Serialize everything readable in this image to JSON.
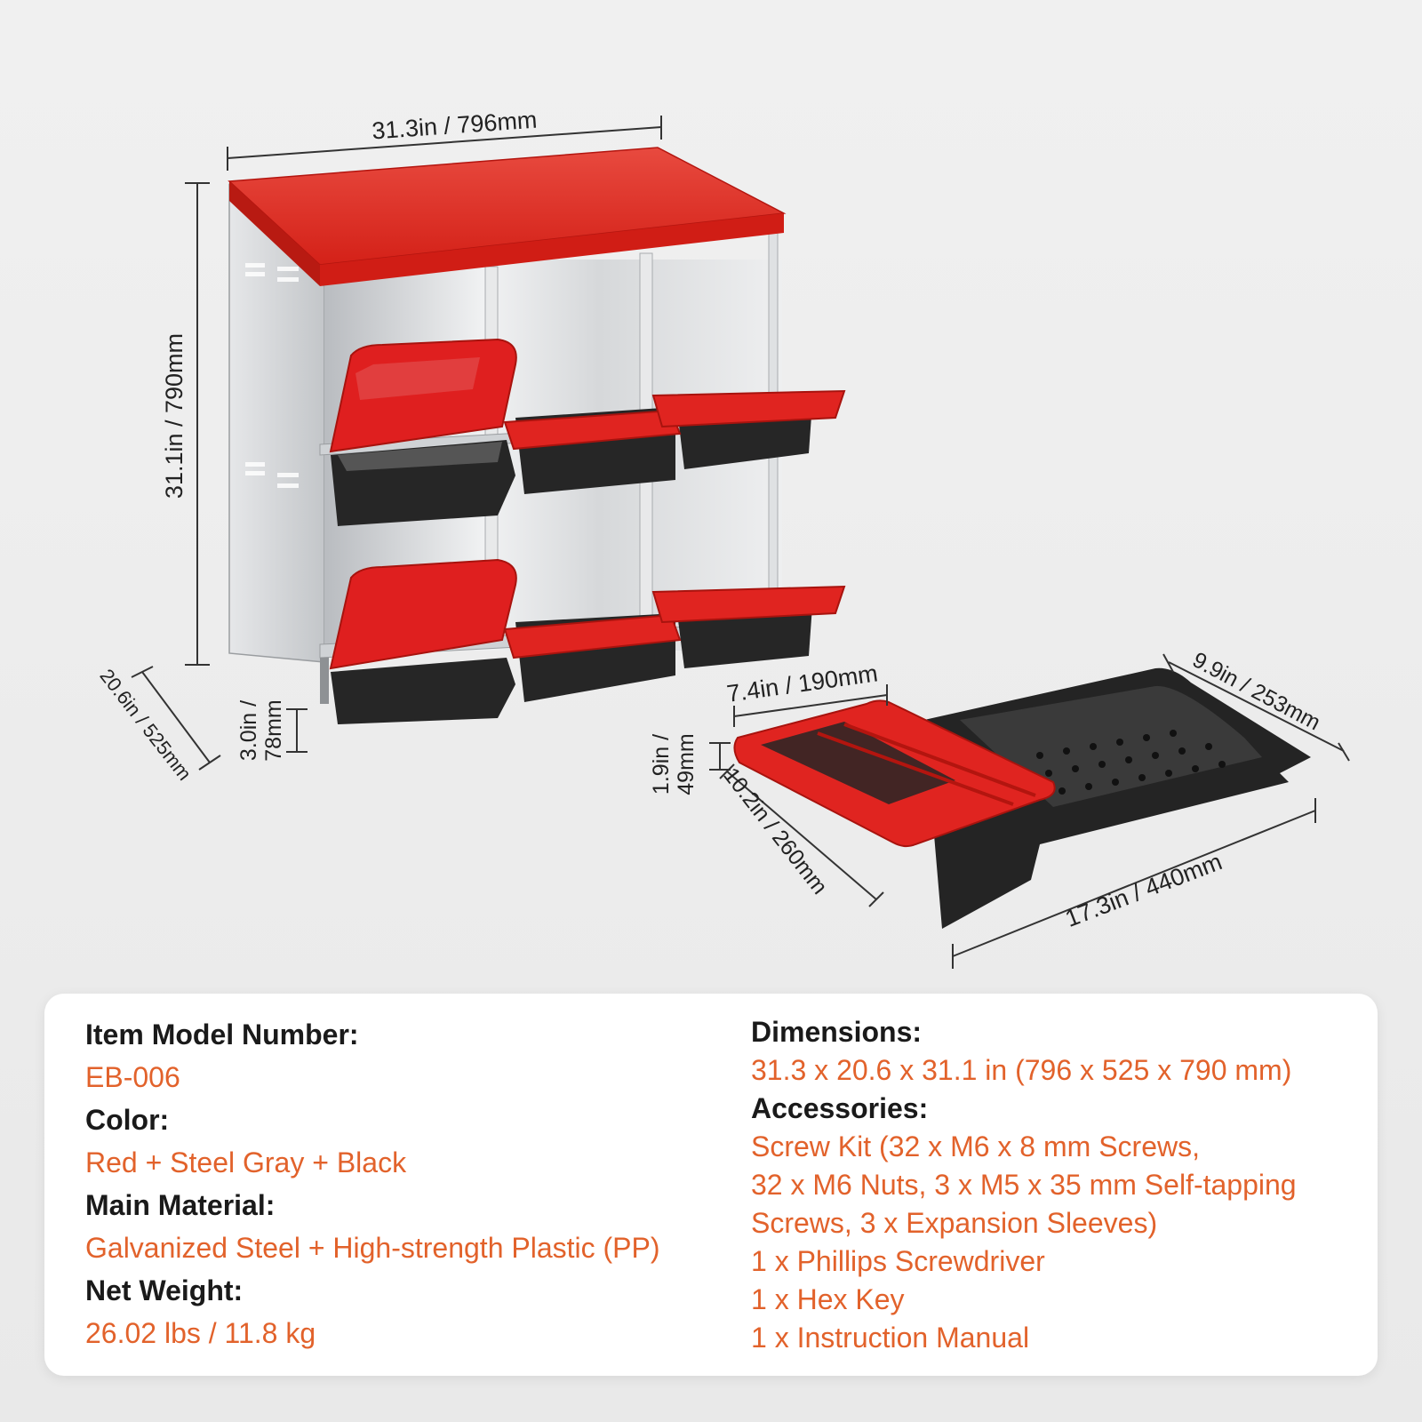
{
  "dimensions": {
    "top_width": "31.3in / 796mm",
    "height": "31.1in / 790mm",
    "depth": "20.6in / 525mm",
    "leg_height_line1": "3.0in /",
    "leg_height_line2": "78mm",
    "box_width": "7.4in / 190mm",
    "box_depth": "9.9in / 253mm",
    "box_height_line1": "1.9in /",
    "box_height_line2": "49mm",
    "box_inner_length": "10.2in / 260mm",
    "box_total_length": "17.3in / 440mm"
  },
  "specs": {
    "item_model_label": "Item Model Number:",
    "item_model_value": "EB-006",
    "color_label": "Color:",
    "color_value": "Red + Steel Gray + Black",
    "material_label": "Main Material:",
    "material_value": "Galvanized Steel + High-strength Plastic (PP)",
    "weight_label": "Net Weight:",
    "weight_value": "26.02 lbs / 11.8 kg",
    "dimensions_label": "Dimensions:",
    "dimensions_value": "31.3 x 20.6 x 31.1 in (796 x 525 x 790 mm)",
    "accessories_label": "Accessories:",
    "accessories_lines": [
      "Screw Kit (32 x M6 x 8 mm Screws,",
      "32 x M6 Nuts, 3 x M5 x 35 mm Self-tapping",
      "Screws, 3 x Expansion Sleeves)",
      "1 x Phillips Screwdriver",
      "1 x Hex Key",
      "1 x Instruction Manual"
    ]
  },
  "colors": {
    "accent_orange": "#e2622b",
    "product_red": "#e01f1f",
    "steel_gray": "#c9cccf",
    "plastic_black": "#262626"
  }
}
